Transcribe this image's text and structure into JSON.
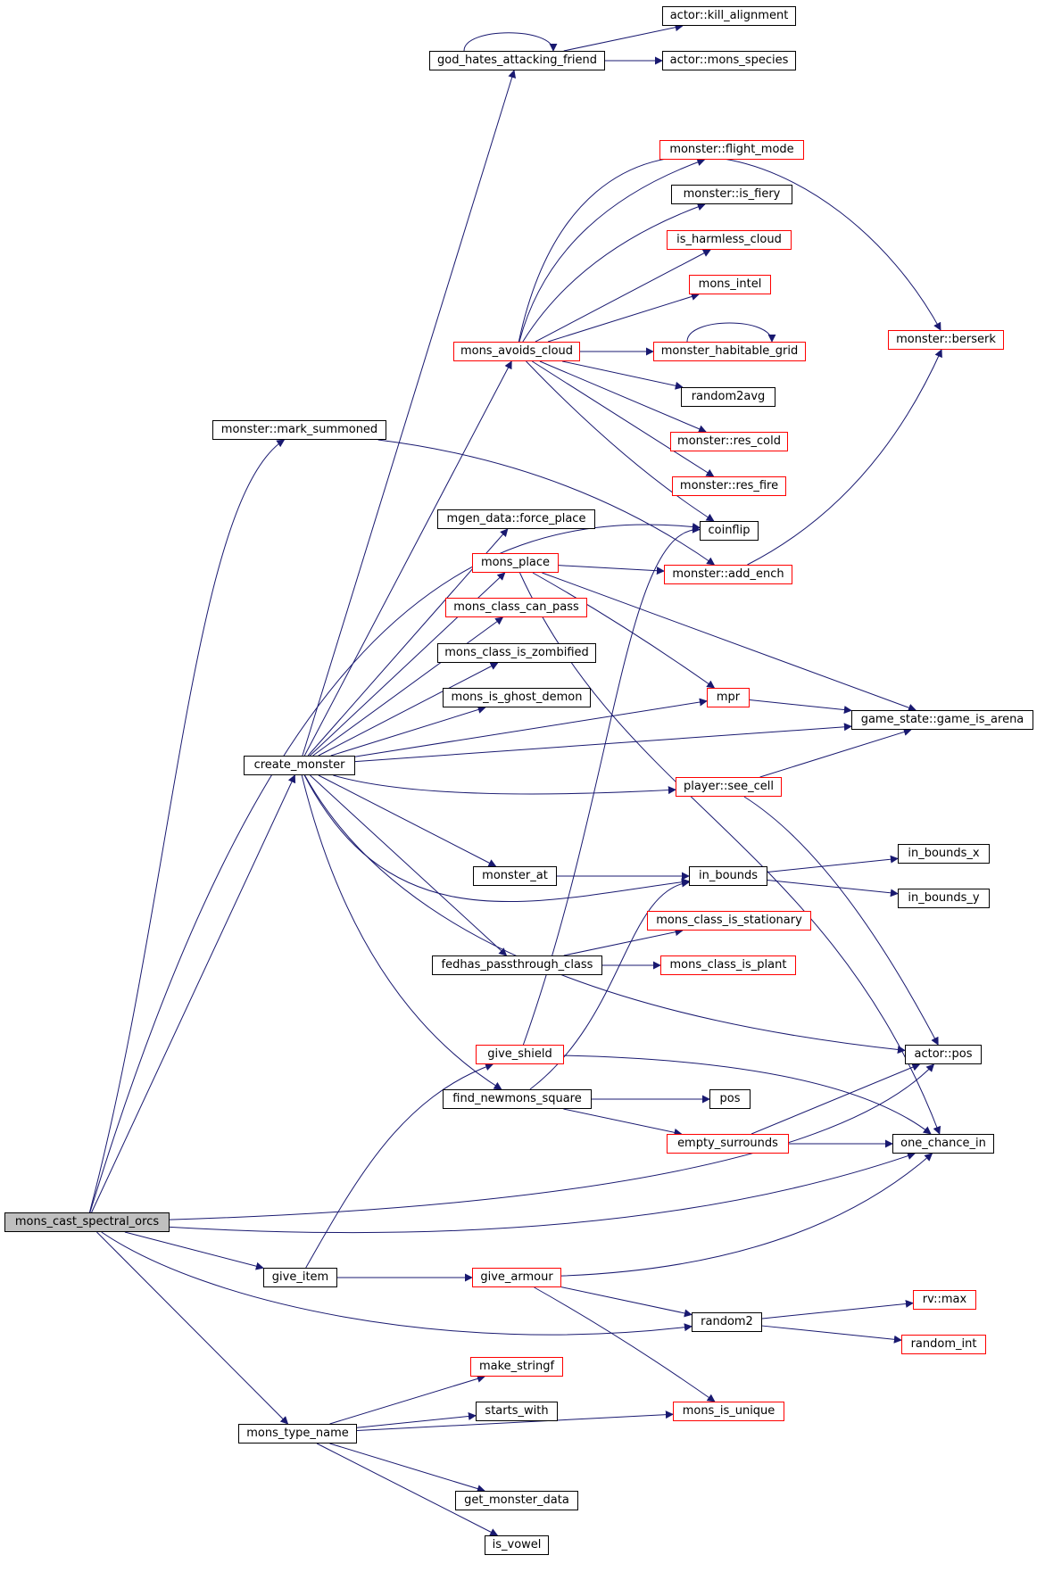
{
  "graph": {
    "nodes": [
      {
        "id": "mons_cast_spectral_orcs",
        "label": "mons_cast_spectral_orcs",
        "style": "root"
      },
      {
        "id": "god_hates",
        "label": "god_hates_attacking_friend",
        "style": "black"
      },
      {
        "id": "kill_alignment",
        "label": "actor::kill_alignment",
        "style": "black"
      },
      {
        "id": "mons_species",
        "label": "actor::mons_species",
        "style": "black"
      },
      {
        "id": "flight_mode",
        "label": "monster::flight_mode",
        "style": "red"
      },
      {
        "id": "is_fiery",
        "label": "monster::is_fiery",
        "style": "black"
      },
      {
        "id": "is_harmless_cloud",
        "label": "is_harmless_cloud",
        "style": "red"
      },
      {
        "id": "mons_intel",
        "label": "mons_intel",
        "style": "red"
      },
      {
        "id": "berserk",
        "label": "monster::berserk",
        "style": "red"
      },
      {
        "id": "mons_avoids_cloud",
        "label": "mons_avoids_cloud",
        "style": "red"
      },
      {
        "id": "habitable_grid",
        "label": "monster_habitable_grid",
        "style": "red"
      },
      {
        "id": "random2avg",
        "label": "random2avg",
        "style": "black"
      },
      {
        "id": "mark_summoned",
        "label": "monster::mark_summoned",
        "style": "black"
      },
      {
        "id": "res_cold",
        "label": "monster::res_cold",
        "style": "red"
      },
      {
        "id": "res_fire",
        "label": "monster::res_fire",
        "style": "red"
      },
      {
        "id": "force_place",
        "label": "mgen_data::force_place",
        "style": "black"
      },
      {
        "id": "coinflip",
        "label": "coinflip",
        "style": "black"
      },
      {
        "id": "mons_place",
        "label": "mons_place",
        "style": "red"
      },
      {
        "id": "add_ench",
        "label": "monster::add_ench",
        "style": "red"
      },
      {
        "id": "class_can_pass",
        "label": "mons_class_can_pass",
        "style": "red"
      },
      {
        "id": "is_zombified",
        "label": "mons_class_is_zombified",
        "style": "black"
      },
      {
        "id": "ghost_demon",
        "label": "mons_is_ghost_demon",
        "style": "black"
      },
      {
        "id": "mpr",
        "label": "mpr",
        "style": "red"
      },
      {
        "id": "game_is_arena",
        "label": "game_state::game_is_arena",
        "style": "black"
      },
      {
        "id": "create_monster",
        "label": "create_monster",
        "style": "black"
      },
      {
        "id": "see_cell",
        "label": "player::see_cell",
        "style": "red"
      },
      {
        "id": "in_bounds_x",
        "label": "in_bounds_x",
        "style": "black"
      },
      {
        "id": "monster_at",
        "label": "monster_at",
        "style": "black"
      },
      {
        "id": "in_bounds",
        "label": "in_bounds",
        "style": "black"
      },
      {
        "id": "in_bounds_y",
        "label": "in_bounds_y",
        "style": "black"
      },
      {
        "id": "is_stationary",
        "label": "mons_class_is_stationary",
        "style": "red"
      },
      {
        "id": "fedhas",
        "label": "fedhas_passthrough_class",
        "style": "black"
      },
      {
        "id": "is_plant",
        "label": "mons_class_is_plant",
        "style": "red"
      },
      {
        "id": "give_shield",
        "label": "give_shield",
        "style": "red"
      },
      {
        "id": "actor_pos",
        "label": "actor::pos",
        "style": "black"
      },
      {
        "id": "find_newmons",
        "label": "find_newmons_square",
        "style": "black"
      },
      {
        "id": "pos",
        "label": "pos",
        "style": "black"
      },
      {
        "id": "empty_surrounds",
        "label": "empty_surrounds",
        "style": "red"
      },
      {
        "id": "one_chance_in",
        "label": "one_chance_in",
        "style": "black"
      },
      {
        "id": "give_item",
        "label": "give_item",
        "style": "black"
      },
      {
        "id": "give_armour",
        "label": "give_armour",
        "style": "red"
      },
      {
        "id": "rv_max",
        "label": "rv::max",
        "style": "red"
      },
      {
        "id": "random2",
        "label": "random2",
        "style": "black"
      },
      {
        "id": "random_int",
        "label": "random_int",
        "style": "red"
      },
      {
        "id": "make_stringf",
        "label": "make_stringf",
        "style": "red"
      },
      {
        "id": "starts_with",
        "label": "starts_with",
        "style": "black"
      },
      {
        "id": "mons_type_name",
        "label": "mons_type_name",
        "style": "black"
      },
      {
        "id": "mons_is_unique",
        "label": "mons_is_unique",
        "style": "red"
      },
      {
        "id": "get_monster_data",
        "label": "get_monster_data",
        "style": "black"
      },
      {
        "id": "is_vowel",
        "label": "is_vowel",
        "style": "black"
      }
    ],
    "colors": {
      "edge": "#191970",
      "red_border": "#ff0000",
      "root_fill": "#bfbfbf"
    }
  }
}
